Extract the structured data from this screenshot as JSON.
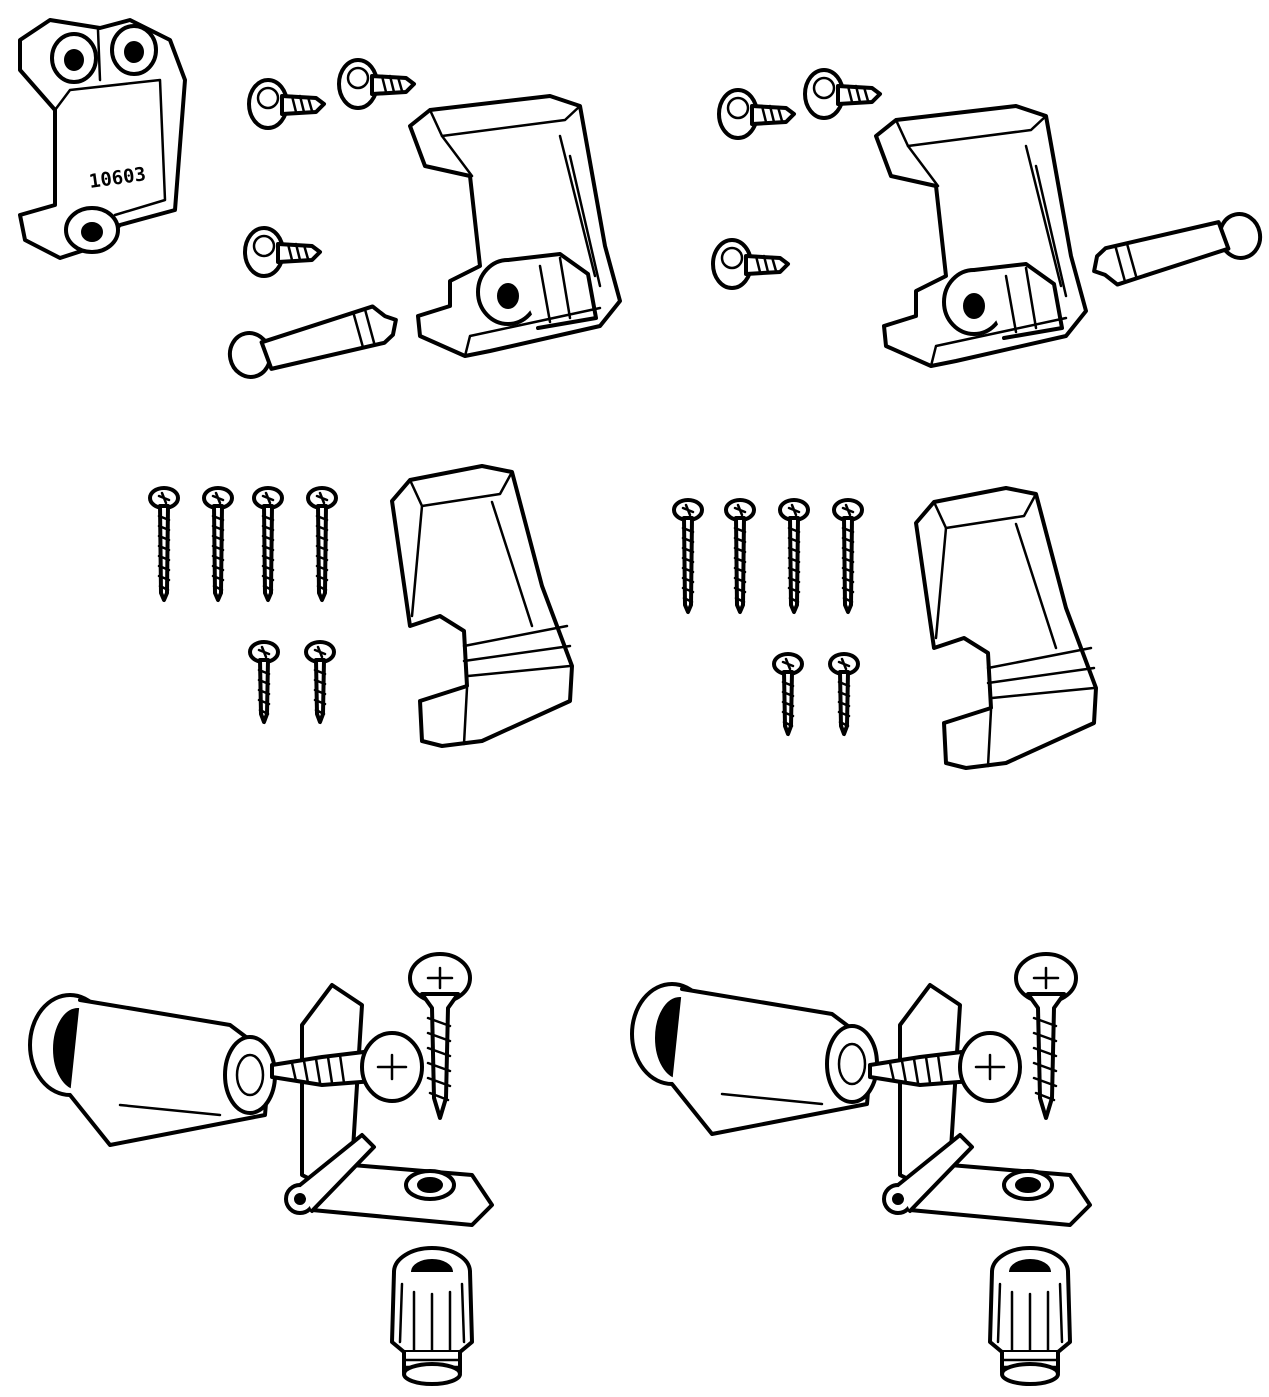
{
  "figure": {
    "part_number_label": "10603",
    "ink_color": "#000000",
    "paper_color": "#ffffff",
    "groups": [
      {
        "name": "hinge-assembly-top-left",
        "contents": [
          "mounting-bracket",
          "self-tapping-screw",
          "self-tapping-screw",
          "self-tapping-screw",
          "hinge-cover",
          "hinge-pin"
        ]
      },
      {
        "name": "hinge-assembly-top-right",
        "contents": [
          "self-tapping-screw",
          "self-tapping-screw",
          "self-tapping-screw",
          "hinge-cover",
          "hinge-pin"
        ]
      },
      {
        "name": "cover-set-middle-left",
        "contents": [
          "wood-screw",
          "wood-screw",
          "wood-screw",
          "wood-screw",
          "wood-screw",
          "wood-screw",
          "end-cover"
        ]
      },
      {
        "name": "cover-set-middle-right",
        "contents": [
          "wood-screw",
          "wood-screw",
          "wood-screw",
          "wood-screw",
          "wood-screw",
          "wood-screw",
          "end-cover"
        ]
      },
      {
        "name": "hinge-kit-bottom-left",
        "contents": [
          "bushing",
          "countersunk-screw",
          "countersunk-screw",
          "angle-hinge",
          "threaded-plug"
        ]
      },
      {
        "name": "hinge-kit-bottom-right",
        "contents": [
          "bushing",
          "countersunk-screw",
          "countersunk-screw",
          "angle-hinge",
          "threaded-plug"
        ]
      }
    ]
  }
}
